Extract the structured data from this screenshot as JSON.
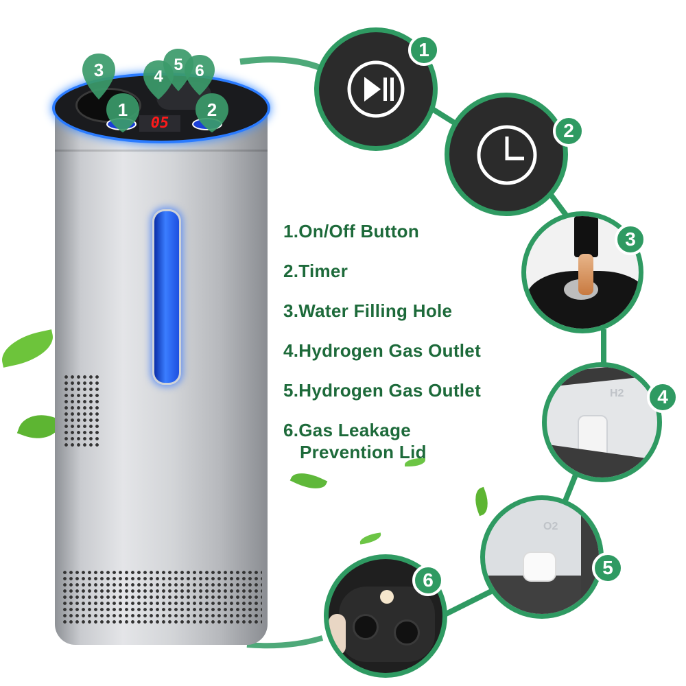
{
  "features": [
    {
      "num": "1",
      "label": "1.On/Off Button"
    },
    {
      "num": "2",
      "label": "2.Timer"
    },
    {
      "num": "3",
      "label": "3.Water Filling Hole"
    },
    {
      "num": "4",
      "label": "4.Hydrogen Gas Outlet"
    },
    {
      "num": "5",
      "label": "5.Hydrogen Gas Outlet"
    },
    {
      "num": "6",
      "label_line1": "6.Gas Leakage",
      "label_line2": "Prevention Lid"
    }
  ],
  "device": {
    "display_value": "05",
    "pins": [
      "3",
      "1",
      "4",
      "5",
      "6",
      "2"
    ]
  },
  "callouts": [
    {
      "num": "1",
      "icon": "play-pause-icon"
    },
    {
      "num": "2",
      "icon": "clock-icon"
    },
    {
      "num": "3",
      "icon": "water-filling-photo"
    },
    {
      "num": "4",
      "icon": "h2-outlet-photo",
      "marking": "H2"
    },
    {
      "num": "5",
      "icon": "o2-outlet-photo",
      "marking": "O2"
    },
    {
      "num": "6",
      "icon": "lid-photo"
    }
  ],
  "colors": {
    "accent_green": "#2f9a62",
    "text_green": "#1d6a3a",
    "dark_circle": "#2b2b2b",
    "led_blue": "#1e6cff",
    "display_red": "#ff1a1a"
  }
}
